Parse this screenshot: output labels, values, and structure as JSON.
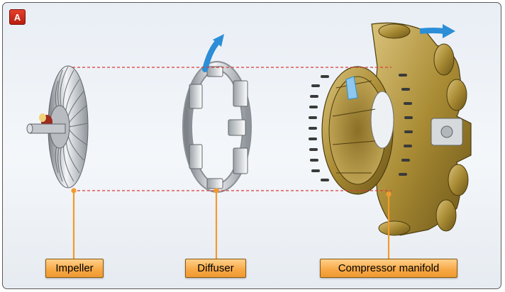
{
  "panel_badge": "A",
  "labels": {
    "impeller": "Impeller",
    "diffuser": "Diffuser",
    "manifold": "Compressor manifold"
  },
  "colors": {
    "badge": "#d1301e",
    "label_fill": "#f7a744",
    "leader_line": "#f39a2e",
    "guide_line": "#d93a3a",
    "flow_arrow": "#2c8ed6",
    "manifold": "#a98b34"
  }
}
